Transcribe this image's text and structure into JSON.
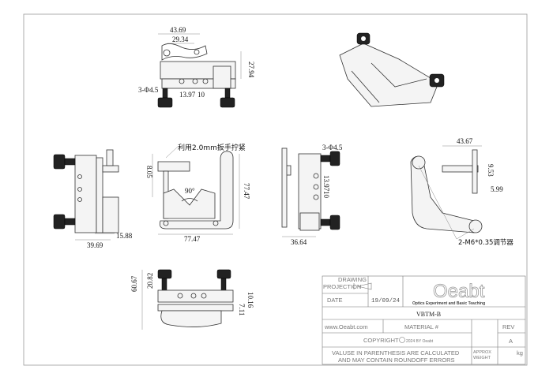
{
  "top_view": {
    "dims": [
      "43.69",
      "29.34",
      "27.94",
      "3-Φ4.5",
      "13.97",
      "10"
    ]
  },
  "iso_view": {},
  "left_view": {
    "dims": [
      "15.88",
      "39.69"
    ]
  },
  "front_view": {
    "note": "利用2.0mm扳手拧紧",
    "dims": [
      "8.05",
      "77.47",
      "77.47",
      "90°"
    ]
  },
  "right_view": {
    "dims": [
      "3-Φ4.5",
      "13.97",
      "10",
      "36.64"
    ]
  },
  "back_view": {
    "dims": [
      "43.67",
      "9.53",
      "5.99"
    ],
    "note": "2-M6*0.35调节器"
  },
  "bottom_view": {
    "dims": [
      "60.67",
      "20.82",
      "10.16",
      "7.11"
    ]
  },
  "title_block": {
    "drawing_label": "DRAWING",
    "projection_label": "PROJECTION",
    "date_label": "DATE",
    "date_value": "19/09/24",
    "logo_text": "Oeabt",
    "logo_subtitle": "Optics Experiment and Basic Teaching",
    "part_name": "VBTM-B",
    "website": "www.Oeabt.com",
    "material_label": "MATERIAL #",
    "rev_label": "REV",
    "rev_value": "A",
    "copyright": "COPYRIGHT",
    "copyright_year": "2024 BY Oeabt",
    "note_line1": "VALUSE IN PARENTHESIS ARE CALCULATED",
    "note_line2": "AND MAY CONTAIN ROUNDOFF ERRORS",
    "approx_label": "APPROX",
    "weight_label": "WEIGHT",
    "weight_unit": "kg"
  }
}
